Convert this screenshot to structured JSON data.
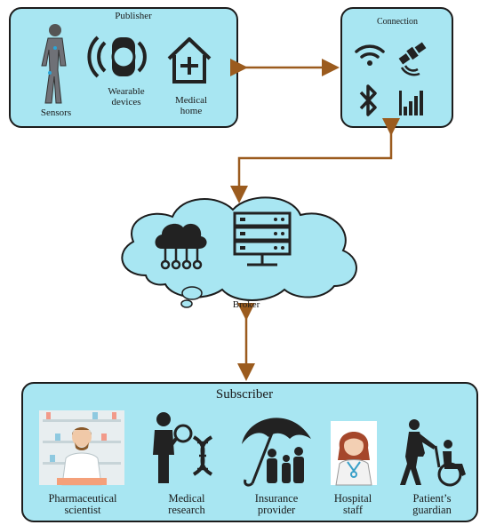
{
  "publisher": {
    "title": "Publisher",
    "items": [
      {
        "label": "Sensors"
      },
      {
        "label_line1": "Wearable",
        "label_line2": "devices"
      },
      {
        "label_line1": "Medical",
        "label_line2": "home"
      }
    ]
  },
  "connection": {
    "title": "Connection"
  },
  "broker": {
    "title": "Broker"
  },
  "subscriber": {
    "title": "Subscriber",
    "items": [
      {
        "line1": "Pharmaceutical",
        "line2": "scientist"
      },
      {
        "line1": "Medical",
        "line2": "research"
      },
      {
        "line1": "Insurance",
        "line2": "provider"
      },
      {
        "line1": "Hospital",
        "line2": "staff"
      },
      {
        "line1": "Patient’s",
        "line2": "guardian"
      }
    ]
  },
  "colors": {
    "panel_fill": "#a8e6f2",
    "arrow": "#9b5b1e",
    "stroke": "#1c1c1c"
  },
  "icons": [
    "person-icon",
    "wearable-device-icon",
    "medical-home-icon",
    "wifi-icon",
    "satellite-icon",
    "bluetooth-icon",
    "signal-bars-icon",
    "cloud-network-icon",
    "server-rack-icon",
    "pharmacist-icon",
    "dna-research-icon",
    "umbrella-family-icon",
    "nurse-icon",
    "wheelchair-icon"
  ]
}
